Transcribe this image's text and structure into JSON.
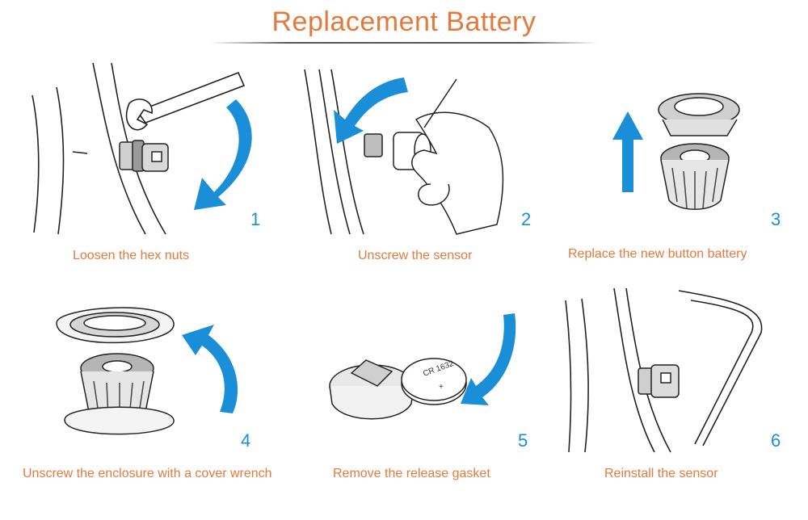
{
  "title": "Replacement Battery",
  "steps": [
    {
      "number": "1",
      "caption": "Loosen the hex nuts"
    },
    {
      "number": "2",
      "caption": "Unscrew the sensor"
    },
    {
      "number": "3",
      "caption": "Replace the new button battery"
    },
    {
      "number": "4",
      "caption": "Unscrew the enclosure with a cover wrench"
    },
    {
      "number": "5",
      "caption": "Remove the release gasket"
    },
    {
      "number": "6",
      "caption": "Reinstall the sensor"
    }
  ],
  "battery_label": "CR 1632",
  "colors": {
    "title": "#e4793b",
    "caption": "#e4793b",
    "number": "#1a8ed6",
    "arrow": "#1a8ed6",
    "line": "#222222"
  },
  "icons": [
    "wrench-icon",
    "curved-arrow-icon",
    "straight-arrow-icon",
    "tire-icon",
    "sensor-icon",
    "hand-icon",
    "button-battery-icon",
    "gasket-icon"
  ]
}
